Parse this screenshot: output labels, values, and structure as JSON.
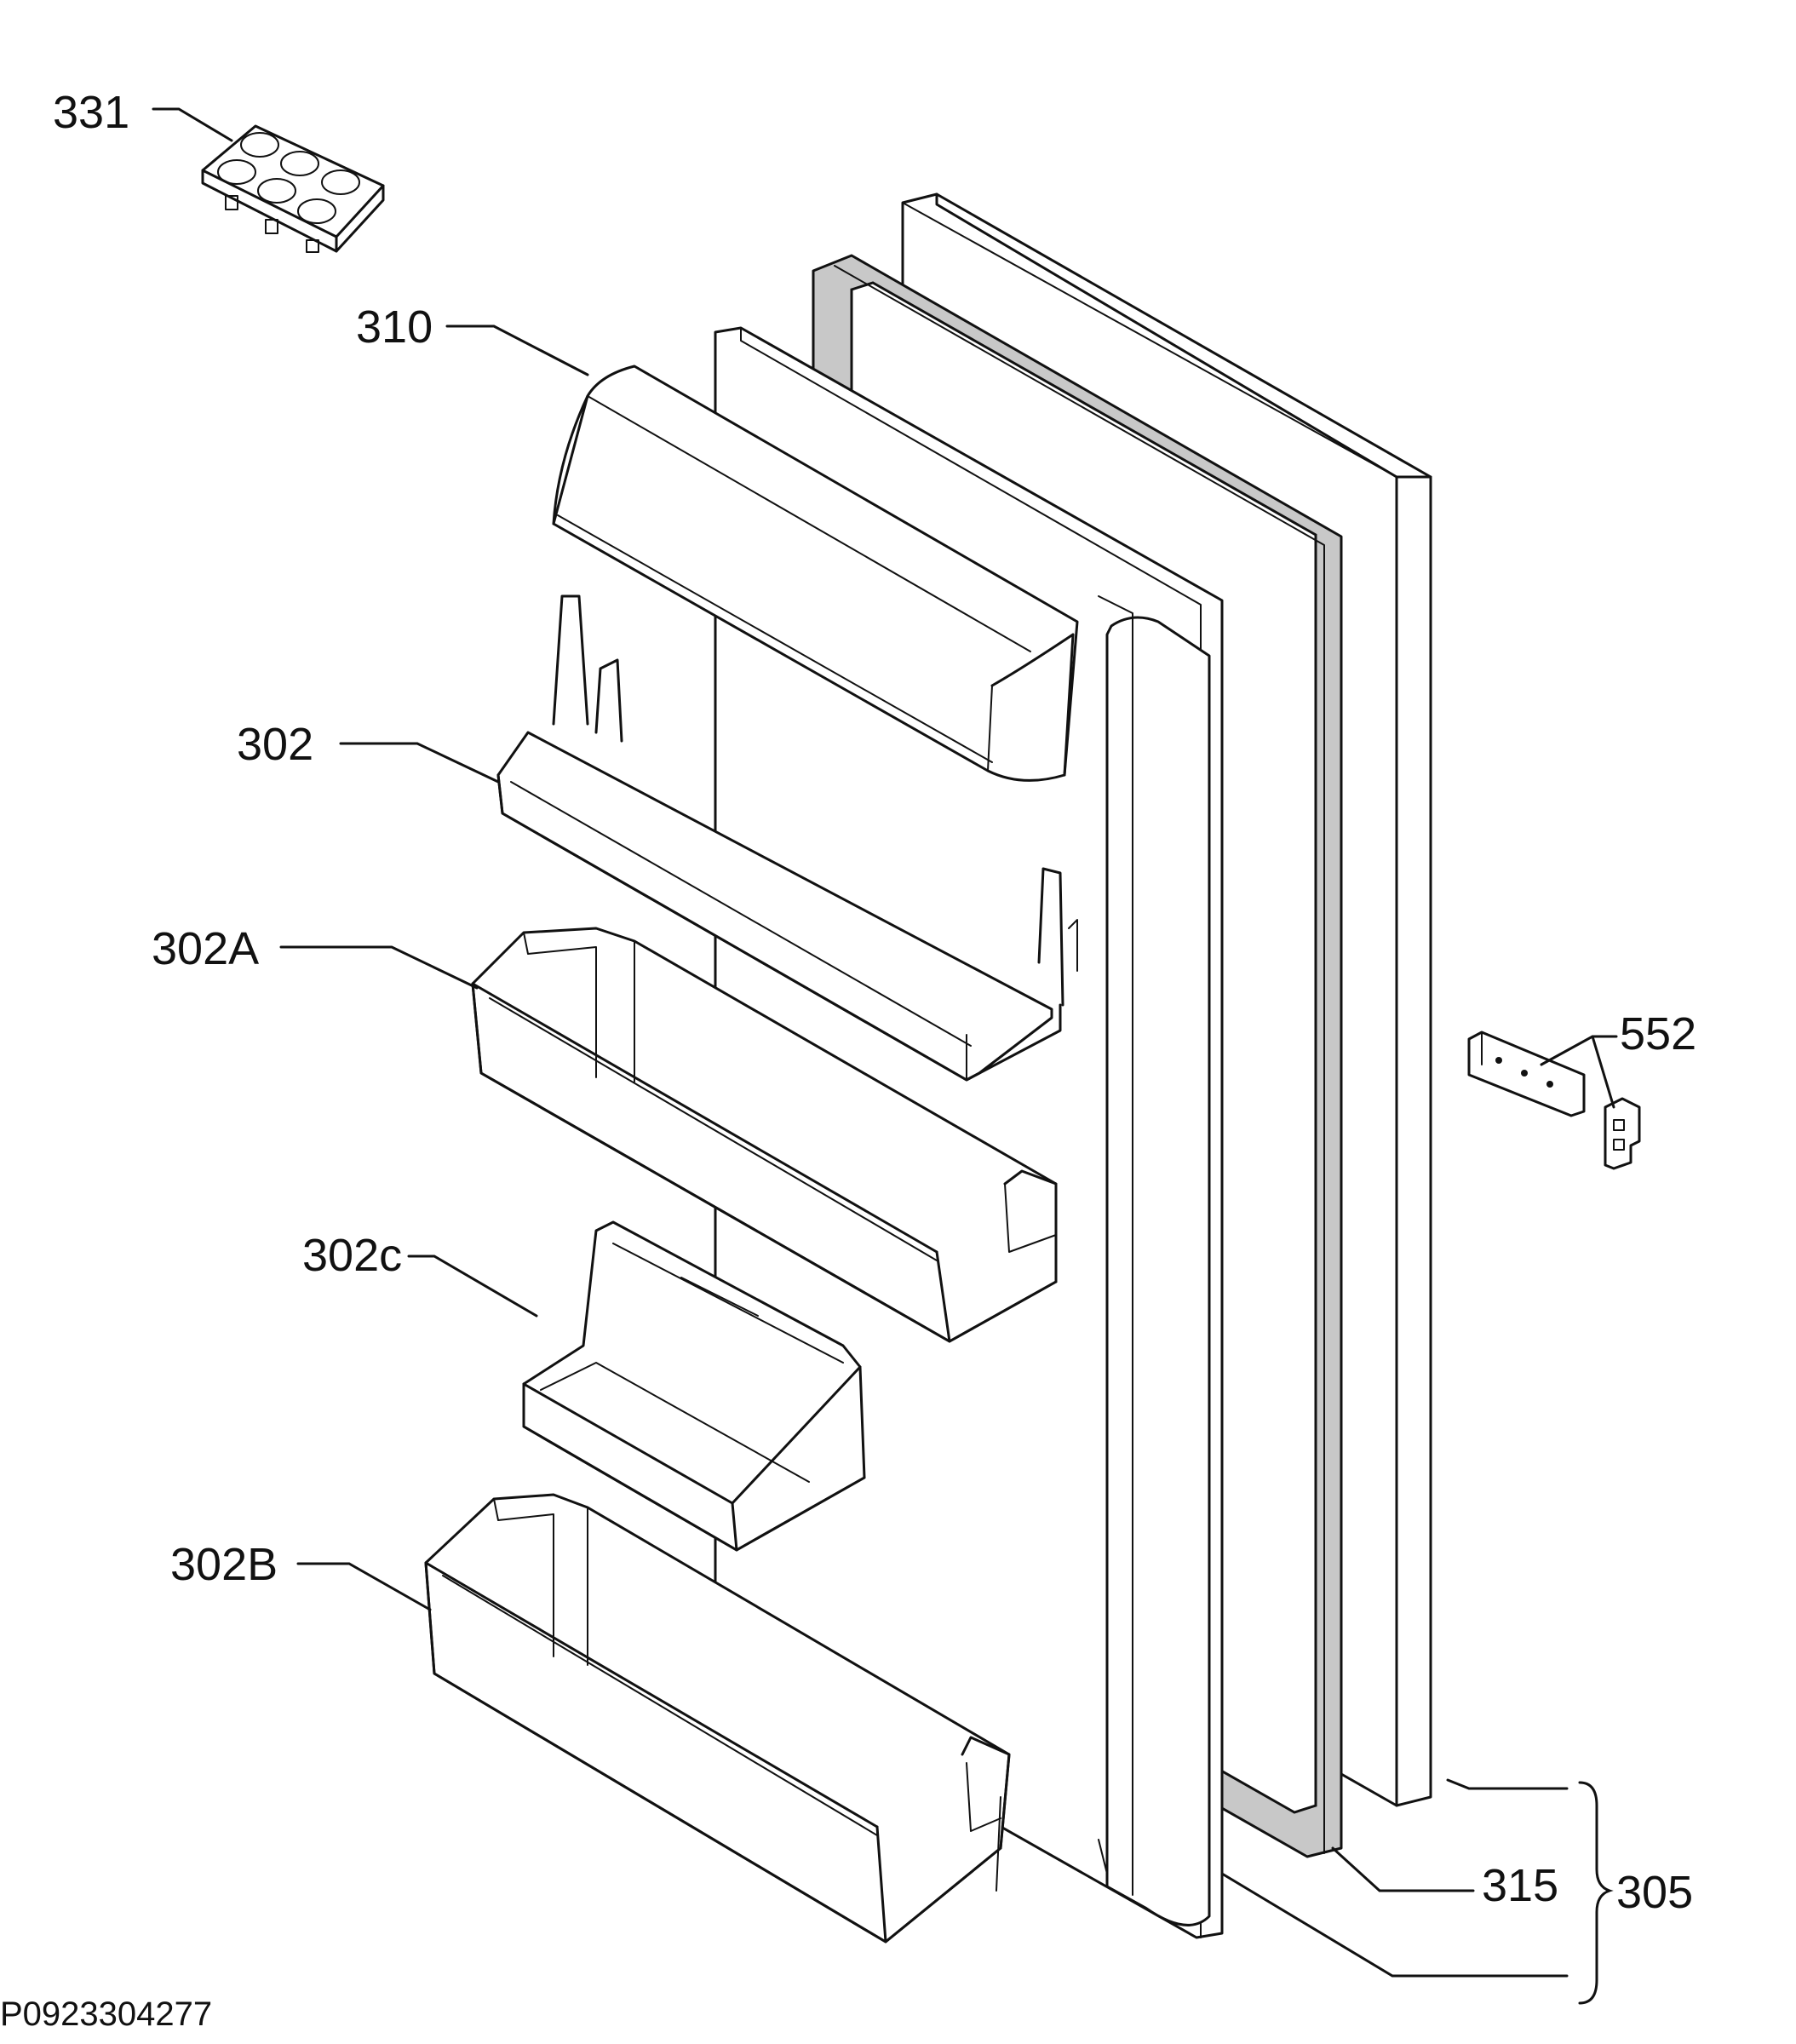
{
  "labels": {
    "egg_tray": "331",
    "dairy_flap": "310",
    "shelf_upper": "302",
    "shelf_middle": "302A",
    "small_box": "302c",
    "shelf_bottom": "302B",
    "hinge_bracket": "552",
    "gasket": "315",
    "door_assembly": "305"
  },
  "reference_code": "P0923304277"
}
